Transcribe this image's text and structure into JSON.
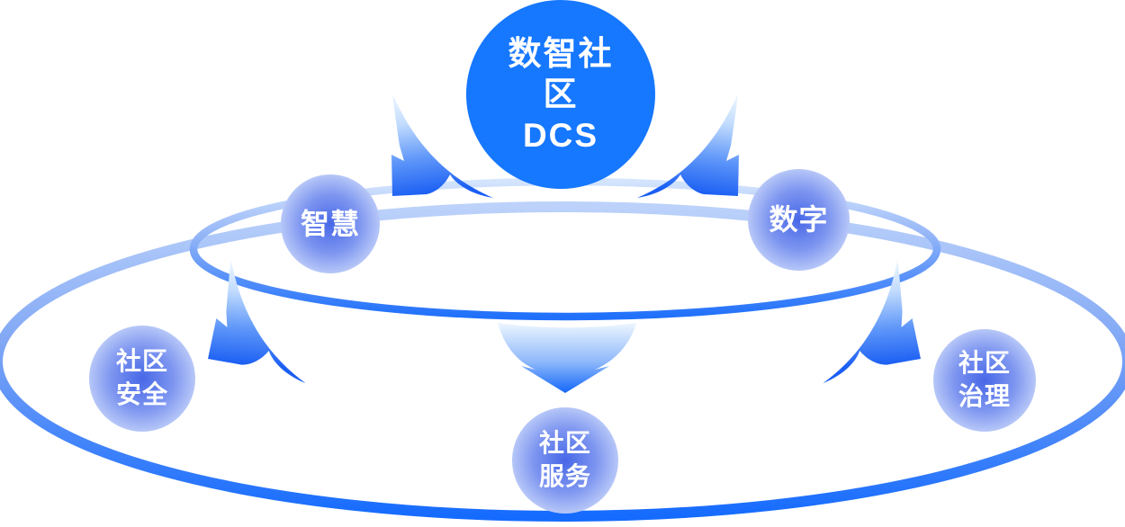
{
  "diagram": {
    "center": {
      "lines": [
        "数智社",
        "区",
        "DCS"
      ]
    },
    "nodes": [
      {
        "name": "zhihui",
        "lines": [
          "智慧"
        ]
      },
      {
        "name": "shuzi",
        "lines": [
          "数字"
        ]
      },
      {
        "name": "shequ-anquan",
        "lines": [
          "社区",
          "安全"
        ]
      },
      {
        "name": "shequ-zhili",
        "lines": [
          "社区",
          "治理"
        ]
      },
      {
        "name": "shequ-fuwu",
        "lines": [
          "社区",
          "服务"
        ]
      }
    ],
    "colors": {
      "center_circle": "#1677FF",
      "ring_strong": "#156BFE",
      "ring_light": "#BCD2FA",
      "node_core": "#4767E7",
      "node_edge": "#D9E3FC",
      "arrow_head": "#1A5EF3",
      "arrow_tail": "#F0F9FF",
      "label_text": "#FFFFFF"
    }
  }
}
